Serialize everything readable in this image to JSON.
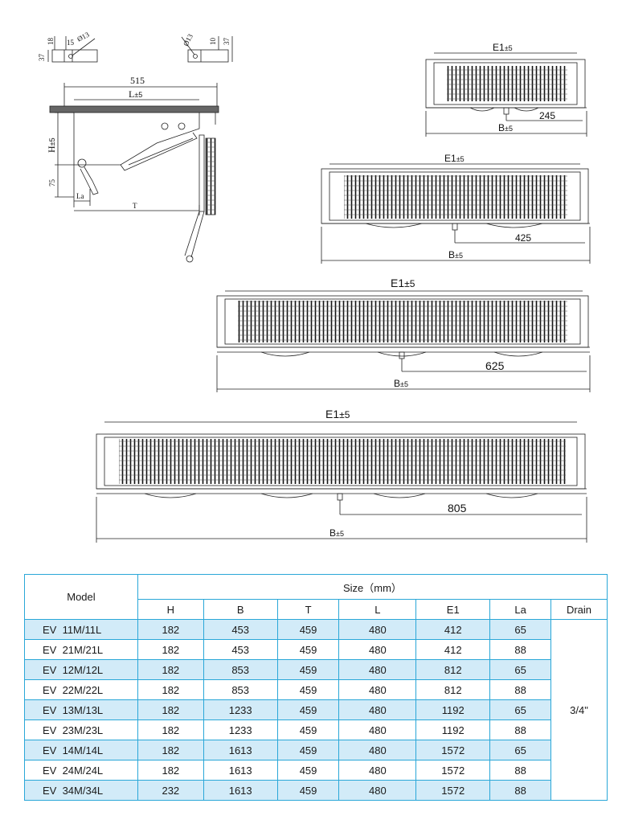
{
  "drawings": {
    "side_view": {
      "dim_515": "515",
      "dim_L": "L",
      "dim_H": "H",
      "dim_75": "75",
      "dim_La": "La",
      "dim_T": "T",
      "tol": "±5"
    },
    "bracket_left": {
      "d37": "37",
      "d18": "18",
      "d15": "15",
      "dia": "Ø13"
    },
    "bracket_right": {
      "dia": "Ø13",
      "d10": "10",
      "d37": "37"
    },
    "unit1": {
      "e1": "E1",
      "tol": "±5",
      "drain_offset": "245",
      "b": "B"
    },
    "unit2": {
      "e1": "E1",
      "tol": "±5",
      "drain_offset": "425",
      "b": "B"
    },
    "unit3": {
      "e1": "E1",
      "tol": "±5",
      "drain_offset": "625",
      "b": "B"
    },
    "unit4": {
      "e1": "E1",
      "tol": "±5",
      "drain_offset": "805",
      "b": "B"
    }
  },
  "table": {
    "model_header": "Model",
    "size_header": "Size（mm）",
    "columns": [
      "H",
      "B",
      "T",
      "L",
      "E1",
      "La",
      "Drain"
    ],
    "drain_value": "3/4\"",
    "rows": [
      {
        "model": "EV  11M/11L",
        "H": "182",
        "B": "453",
        "T": "459",
        "L": "480",
        "E1": "412",
        "La": "65"
      },
      {
        "model": "EV  21M/21L",
        "H": "182",
        "B": "453",
        "T": "459",
        "L": "480",
        "E1": "412",
        "La": "88"
      },
      {
        "model": "EV  12M/12L",
        "H": "182",
        "B": "853",
        "T": "459",
        "L": "480",
        "E1": "812",
        "La": "65"
      },
      {
        "model": "EV  22M/22L",
        "H": "182",
        "B": "853",
        "T": "459",
        "L": "480",
        "E1": "812",
        "La": "88"
      },
      {
        "model": "EV  13M/13L",
        "H": "182",
        "B": "1233",
        "T": "459",
        "L": "480",
        "E1": "1192",
        "La": "65"
      },
      {
        "model": "EV  23M/23L",
        "H": "182",
        "B": "1233",
        "T": "459",
        "L": "480",
        "E1": "1192",
        "La": "88"
      },
      {
        "model": "EV  14M/14L",
        "H": "182",
        "B": "1613",
        "T": "459",
        "L": "480",
        "E1": "1572",
        "La": "65"
      },
      {
        "model": "EV  24M/24L",
        "H": "182",
        "B": "1613",
        "T": "459",
        "L": "480",
        "E1": "1572",
        "La": "88"
      },
      {
        "model": "EV  34M/34L",
        "H": "232",
        "B": "1613",
        "T": "459",
        "L": "480",
        "E1": "1572",
        "La": "88"
      }
    ]
  },
  "colors": {
    "table_border": "#2aa7d8",
    "row_shade": "#d2ebf8",
    "line": "#222222"
  }
}
